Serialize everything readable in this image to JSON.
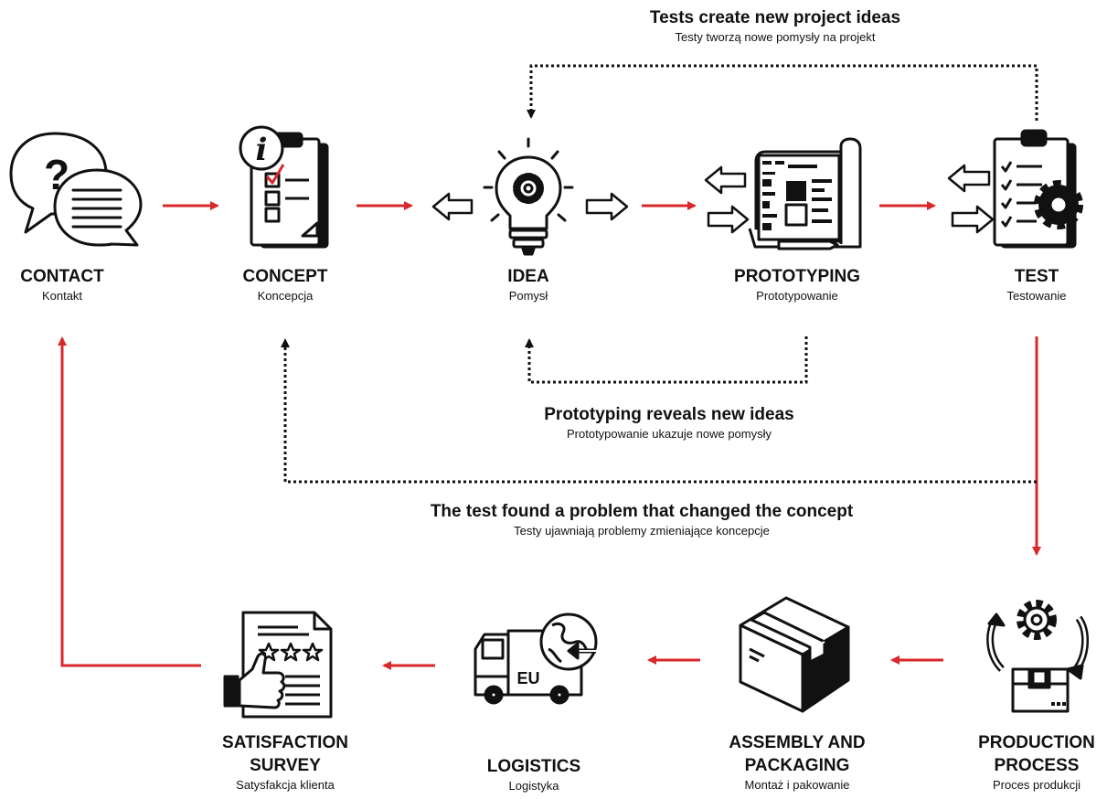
{
  "colors": {
    "flow_arrow": "#d8282b",
    "ink": "#111111",
    "feedback": "#111111"
  },
  "steps": [
    {
      "en": "CONTACT",
      "pl": "Kontakt",
      "icon": "speech-bubbles-icon"
    },
    {
      "en": "CONCEPT",
      "pl": "Koncepcja",
      "icon": "clipboard-checklist-icon"
    },
    {
      "en": "IDEA",
      "pl": "Pomysł",
      "icon": "lightbulb-gear-icon"
    },
    {
      "en": "PROTOTYPING",
      "pl": "Prototypowanie",
      "icon": "blueprint-icon"
    },
    {
      "en": "TEST",
      "pl": "Testowanie",
      "icon": "test-clipboard-gear-icon"
    },
    {
      "en": "PRODUCTION\nPROCESS",
      "pl": "Proces produkcji",
      "icon": "production-cycle-icon"
    },
    {
      "en": "ASSEMBLY AND\nPACKAGING",
      "pl": "Montaż i pakowanie",
      "icon": "cardboard-box-icon"
    },
    {
      "en": "LOGISTICS",
      "pl": "Logistyka",
      "icon": "eu-truck-icon"
    },
    {
      "en": "SATISFACTION\nSURVEY",
      "pl": "Satysfakcja klienta",
      "icon": "survey-thumbs-up-icon"
    }
  ],
  "notes": {
    "tests_loop": {
      "en": "Tests create new project ideas",
      "pl": "Testy tworzą nowe pomysły na projekt"
    },
    "prototyping_loop": {
      "en": "Prototyping reveals new ideas",
      "pl": "Prototypowanie ukazuje nowe pomysły"
    },
    "concept_loop": {
      "en": "The test found a problem that changed the concept",
      "pl": "Testy ujawniają problemy zmieniające koncepcje"
    }
  },
  "icon_text": {
    "truck_badge": "EU"
  }
}
